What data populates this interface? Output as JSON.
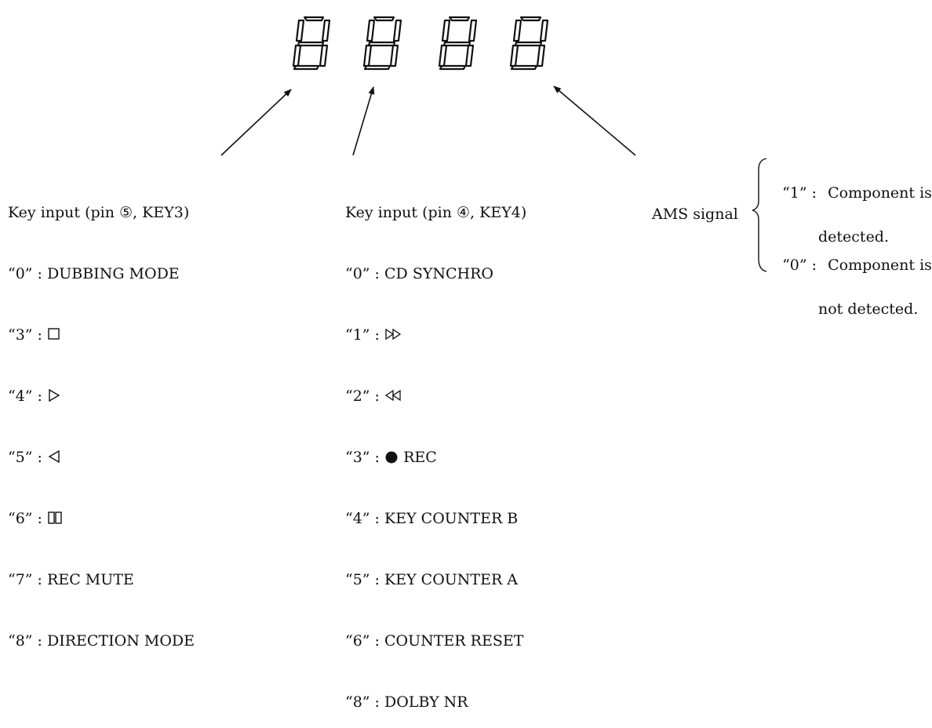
{
  "display": {
    "digit_count": 4,
    "segment_color": "#111111"
  },
  "left_key_block": {
    "title": "Key input (pin ⑤, KEY3)",
    "items": [
      {
        "key": "“0” :",
        "value": "DUBBING MODE",
        "icon": null
      },
      {
        "key": "“3” :",
        "value": "",
        "icon": "stop-icon"
      },
      {
        "key": "“4” :",
        "value": "",
        "icon": "play-forward-icon"
      },
      {
        "key": "“5” :",
        "value": "",
        "icon": "play-reverse-icon"
      },
      {
        "key": "“6” :",
        "value": "",
        "icon": "pause-icon"
      },
      {
        "key": "“7” :",
        "value": "REC MUTE",
        "icon": null
      },
      {
        "key": "“8” :",
        "value": "DIRECTION MODE",
        "icon": null
      }
    ]
  },
  "mid_key_block": {
    "title": "Key input (pin ④, KEY4)",
    "items": [
      {
        "key": "“0” :",
        "value": "CD SYNCHRO",
        "icon": null
      },
      {
        "key": "“1” :",
        "value": "",
        "icon": "fast-forward-icon"
      },
      {
        "key": "“2” :",
        "value": "",
        "icon": "rewind-icon"
      },
      {
        "key": "“3” :",
        "value": "REC",
        "icon": "record-icon"
      },
      {
        "key": "“4” :",
        "value": "KEY COUNTER B",
        "icon": null
      },
      {
        "key": "“5” :",
        "value": "KEY COUNTER A",
        "icon": null
      },
      {
        "key": "“6” :",
        "value": "COUNTER RESET",
        "icon": null
      },
      {
        "key": "“8” :",
        "value": "DOLBY NR",
        "icon": null
      }
    ]
  },
  "ams": {
    "label": "AMS signal",
    "options": [
      {
        "key": "“1” :",
        "line1": "Component is",
        "line2": "detected."
      },
      {
        "key": "“0” :",
        "line1": "Component is",
        "line2": "not detected."
      }
    ]
  }
}
